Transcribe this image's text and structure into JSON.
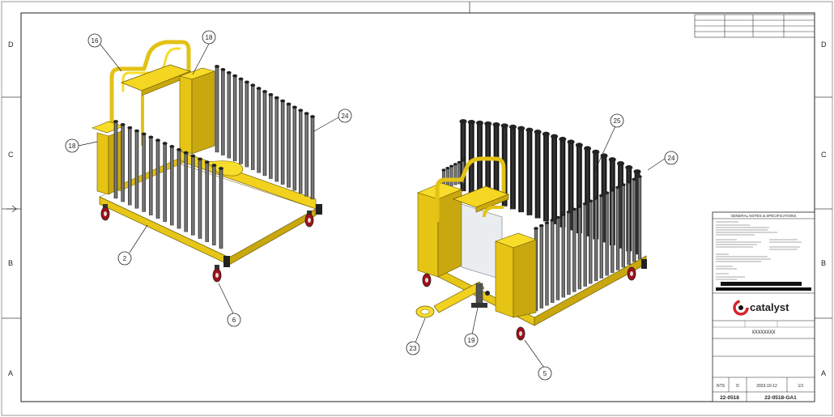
{
  "colors": {
    "frame_yellow": "#f2d21e",
    "frame_yellow_dark": "#c9a80f",
    "frame_yellow_light": "#fbe862",
    "rod_gray": "#6e6e6e",
    "rod_dark": "#3c3c3c",
    "wheel_red": "#b3141f",
    "ink": "#111111",
    "logo_red": "#d6232a"
  },
  "zones": {
    "left": [
      "D",
      "C",
      "B",
      "A"
    ],
    "right": [
      "D",
      "C",
      "B",
      "A"
    ]
  },
  "balloons": {
    "b16": "16",
    "b18_top": "18",
    "b18_left": "18",
    "b24_left": "24",
    "b2": "2",
    "b6": "6",
    "b25": "25",
    "b24_right": "24",
    "b23": "23",
    "b19": "19",
    "b5": "5"
  },
  "title_block": {
    "notes_heading": "GENERAL NOTES & SPECIFICATIONS",
    "company": "catalyst",
    "drawing_title": "XXXXXXXX",
    "date": "2023-10-12",
    "scale": "NTS",
    "size": "D",
    "sheet": "1/1",
    "project_no": "22-0518",
    "drawing_no": "22-0518-GA1"
  }
}
